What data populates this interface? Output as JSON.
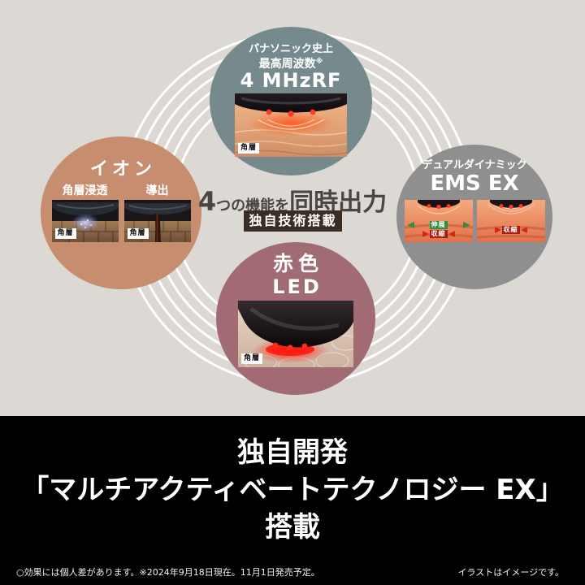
{
  "colors": {
    "background": "#dcd8d3",
    "panel": "#000000",
    "arc": "#ffffff",
    "rf_circle": "#76898d",
    "ion_circle": "#c68d6e",
    "ems_circle": "#8f8f90",
    "led_circle": "#a26b74",
    "badge_bg": "#3a2d24",
    "headline_text": "#4b4642"
  },
  "rf": {
    "line1": "パナソニック史上",
    "line2": "最高周波数",
    "note": "※",
    "line3": "4 MHzRF",
    "chip": "角層"
  },
  "ion": {
    "title": "イオン",
    "label_left": "角層浸透",
    "label_right": "導出",
    "chip": "角層"
  },
  "ems": {
    "line1": "デュアルダイナミック",
    "line2": "EMS EX",
    "left_arrow_top": "伸展",
    "left_arrow_bottom": "収縮",
    "right_arrow": "収縮"
  },
  "led": {
    "line1": "赤色",
    "line2": "LED",
    "chip": "角層"
  },
  "center": {
    "num": "4",
    "mid": "つの機能を",
    "strong": "同時出力",
    "badge": "独自技術搭載"
  },
  "panel": {
    "line1": "独自開発",
    "line2": "「マルチアクティベートテクノロジー EX」",
    "line3": "搭載",
    "footnote_left": "○効果には個人差があります。※2024年9月18日現在。11月1日発売予定。",
    "footnote_right": "イラストはイメージです。"
  }
}
